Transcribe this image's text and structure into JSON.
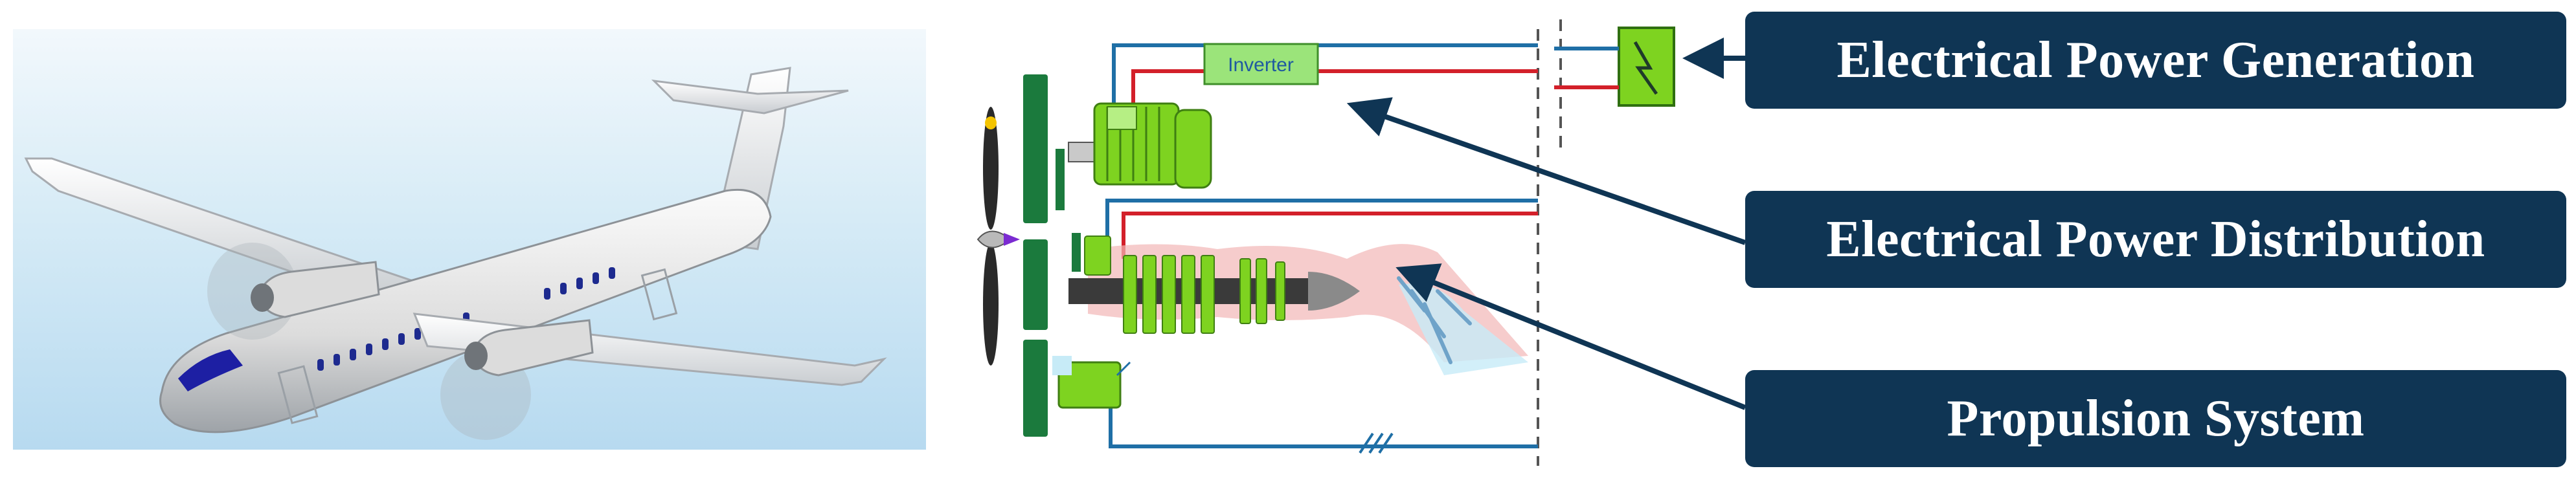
{
  "labels": {
    "generation": "Electrical Power Generation",
    "distribution": "Electrical Power Distribution",
    "propulsion": "Propulsion System"
  },
  "diagram": {
    "inverter": "Inverter"
  },
  "colors": {
    "label_bg": "#0f3554",
    "motor_green": "#7ed320",
    "bar_green": "#1b7a3d",
    "wire_red": "#d3202a",
    "wire_blue": "#1f6fa6",
    "sky": "#b7daf0"
  },
  "icons": {
    "aircraft": "regional-turboprop-aircraft",
    "generator": "power-generator-icon",
    "propeller": "propeller-icon",
    "motor": "electric-motor-icon",
    "engine": "gas-turbine-engine-icon"
  }
}
